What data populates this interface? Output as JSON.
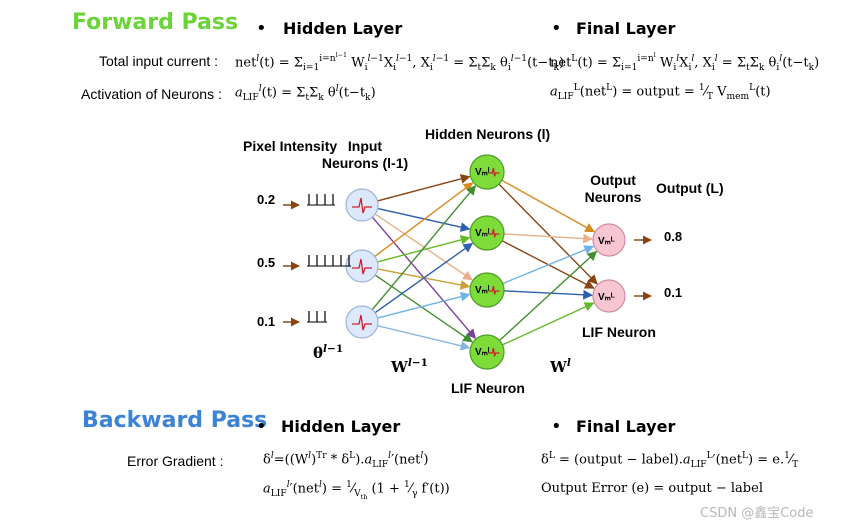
{
  "forward": {
    "title": "Forward Pass",
    "hidden_header": "Hidden Layer",
    "final_header": "Final Layer",
    "row1_label": "Total input current :",
    "row2_label": "Activation of Neurons :",
    "hidden_eq1": "netˡ(t) = Σ_{i=1}^{i=n^{l−1}} W_i^{l−1} X_i^{l−1},  X_i^{l−1} = Σ_t Σ_k θ_i^{l−1}(t−t_k)",
    "hidden_eq2": "a_LIF^l(t) = Σ_t Σ_k θ^l(t−t_k)",
    "final_eq1": "net^L(t) = Σ_{i=1}^{i=n^l} W_i^l X_i^l,  X_i^l = Σ_t Σ_k θ_i^l(t−t_k)",
    "final_eq2": "a_LIF^L(net^L) = output = (1/T) V_mem^L(t)"
  },
  "network": {
    "pixel_intensity_label": "Pixel Intensity",
    "input_neurons_label": "Input Neurons (l-1)",
    "hidden_neurons_label": "Hidden Neurons (l)",
    "output_neurons_label": "Output Neurons",
    "output_label": "Output (L)",
    "theta_label": "θ^{l−1}",
    "w_prev_label": "W^{l−1}",
    "w_label": "W^l",
    "lif_hidden_label": "LIF Neuron",
    "lif_output_label": "LIF Neuron",
    "hidden_neuron_symbol": "V_m^l",
    "output_neuron_symbol": "V_m^L",
    "inputs": [
      {
        "value": "0.2",
        "spikes": 4
      },
      {
        "value": "0.5",
        "spikes": 6
      },
      {
        "value": "0.1",
        "spikes": 3
      }
    ],
    "outputs": [
      "0.8",
      "0.1"
    ],
    "colors": {
      "input_fill": "#dce8fb",
      "hidden_fill": "#7ddc3a",
      "output_fill": "#f7c6d3",
      "spike": "#d0202a",
      "arrow_dark": "#8b4513"
    }
  },
  "backward": {
    "title": "Backward Pass",
    "hidden_header": "Hidden Layer",
    "final_header": "Final Layer",
    "row_label": "Error Gradient :",
    "hidden_eq1": "δˡ = ((Wˡ)^{Tr} * δᴸ).a_LIF^l′(netˡ)",
    "hidden_eq2": "a_LIF^l′(netˡ) = (1/V_th)(1 + (1/γ) f′(t))",
    "final_eq1": "δᴸ = (output − label).a_LIF^L′(netᴸ) = e.(1/T)",
    "final_eq2": "Output Error (e) = output − label"
  },
  "watermark": "CSDN @鑫宝Code"
}
